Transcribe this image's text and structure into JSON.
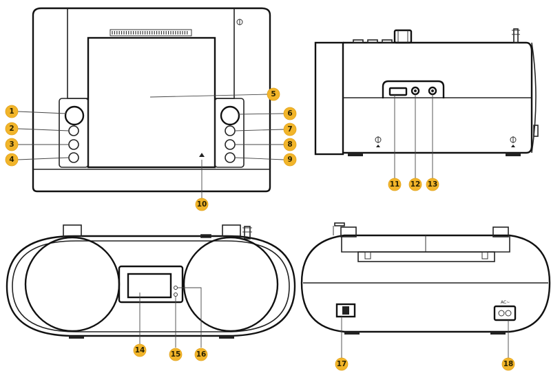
{
  "labels": [
    {
      "id": "1",
      "text": "1"
    },
    {
      "id": "2",
      "text": "2"
    },
    {
      "id": "3",
      "text": "3"
    },
    {
      "id": "4",
      "text": "4"
    },
    {
      "id": "5",
      "text": "5"
    },
    {
      "id": "6",
      "text": "6"
    },
    {
      "id": "7",
      "text": "7"
    },
    {
      "id": "8",
      "text": "8"
    },
    {
      "id": "9",
      "text": "9"
    },
    {
      "id": "10",
      "text": "10"
    },
    {
      "id": "11",
      "text": "11"
    },
    {
      "id": "12",
      "text": "12"
    },
    {
      "id": "13",
      "text": "13"
    },
    {
      "id": "14",
      "text": "14"
    },
    {
      "id": "15",
      "text": "15"
    },
    {
      "id": "16",
      "text": "16"
    },
    {
      "id": "17",
      "text": "17"
    },
    {
      "id": "18",
      "text": "18"
    }
  ],
  "power_port_mark": "AC~",
  "colors": {
    "badge": "#f2b52a",
    "line": "#222222"
  }
}
